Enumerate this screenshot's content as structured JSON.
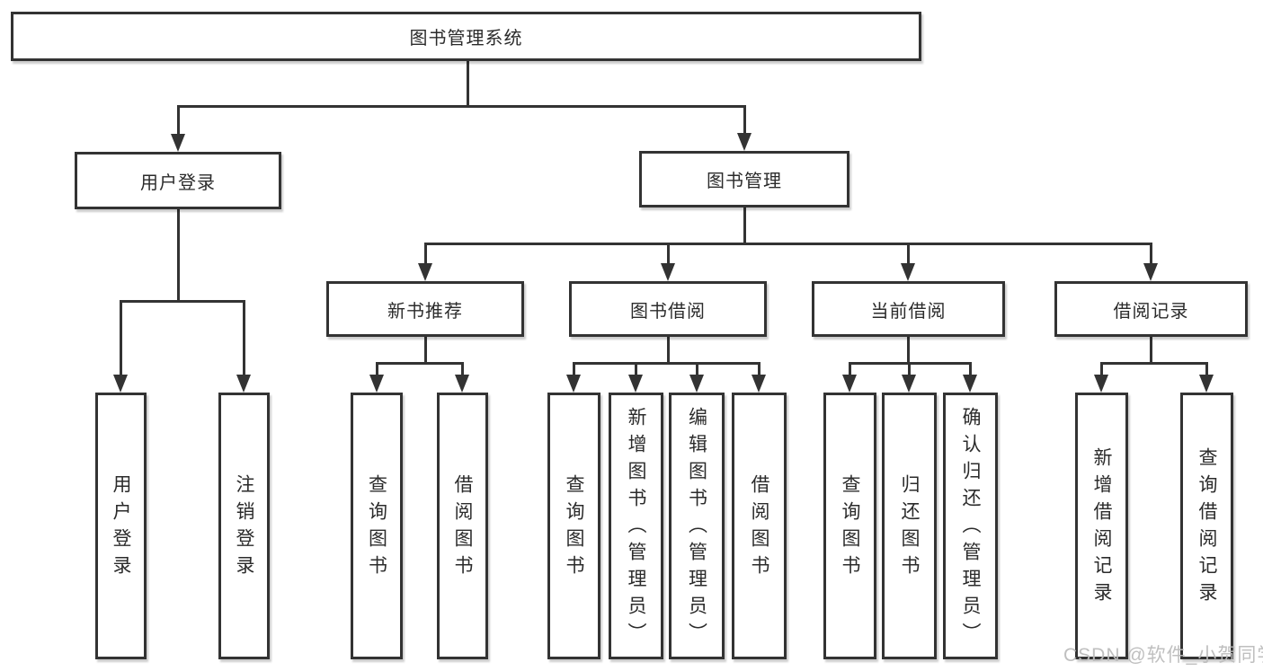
{
  "tree": {
    "root": {
      "label": "图书管理系统"
    },
    "branches": [
      {
        "label": "用户登录",
        "children": [
          {
            "label": "用户登录"
          },
          {
            "label": "注销登录"
          }
        ]
      },
      {
        "label": "图书管理",
        "groups": [
          {
            "label": "新书推荐",
            "children": [
              {
                "label": "查询图书"
              },
              {
                "label": "借阅图书"
              }
            ]
          },
          {
            "label": "图书借阅",
            "children": [
              {
                "label": "查询图书"
              },
              {
                "label": "新增图书（管理员）"
              },
              {
                "label": "编辑图书（管理员）"
              },
              {
                "label": "借阅图书"
              }
            ]
          },
          {
            "label": "当前借阅",
            "children": [
              {
                "label": "查询图书"
              },
              {
                "label": "归还图书"
              },
              {
                "label": "确认归还（管理员）"
              }
            ]
          },
          {
            "label": "借阅记录",
            "children": [
              {
                "label": "新增借阅记录"
              },
              {
                "label": "查询借阅记录"
              }
            ]
          }
        ]
      }
    ]
  },
  "watermark": {
    "text": "CSDN @软件_小贺同学"
  },
  "colors": {
    "line": "#333333",
    "background": "#ffffff",
    "text": "#2b2b2b",
    "watermark": "#bcbcbc"
  }
}
